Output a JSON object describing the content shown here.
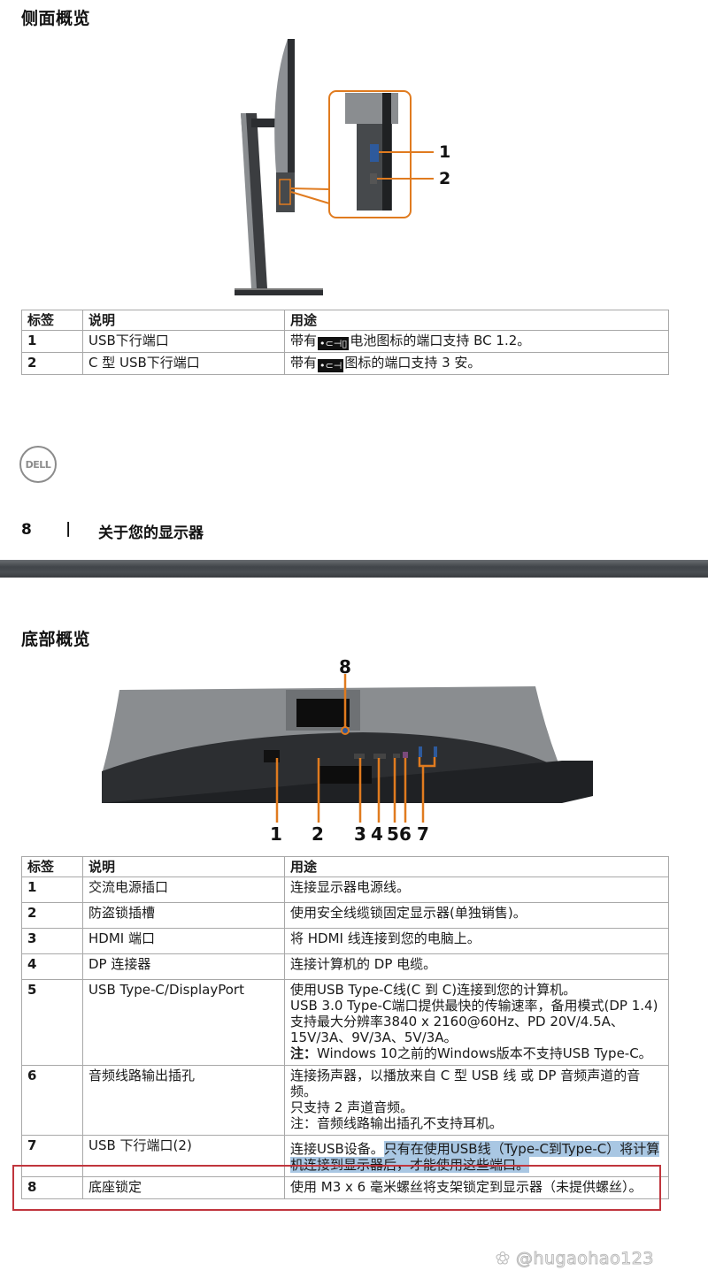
{
  "side_view": {
    "title": "侧面概览",
    "callouts": [
      "1",
      "2"
    ],
    "table": {
      "headers": [
        "标签",
        "说明",
        "用途"
      ],
      "rows": [
        {
          "label": "1",
          "desc": "USB下行端口",
          "use_pre": "带有",
          "icon": "usb-battery-icon",
          "use_post": "电池图标的端口支持 BC 1.2。"
        },
        {
          "label": "2",
          "desc": "C 型 USB下行端口",
          "use_pre": "带有",
          "icon": "usb-icon",
          "use_post": "图标的端口支持 3 安。"
        }
      ]
    }
  },
  "footer": {
    "logo": "DELL",
    "page_number": "8",
    "separator": "|",
    "section": "关于您的显示器"
  },
  "bottom_view": {
    "title": "底部概览",
    "callouts": [
      "1",
      "2",
      "3",
      "4",
      "5",
      "6",
      "7",
      "8"
    ],
    "table": {
      "headers": [
        "标签",
        "说明",
        "用途"
      ],
      "rows": [
        {
          "label": "1",
          "desc": "交流电源插口",
          "use": [
            "连接显示器电源线。"
          ]
        },
        {
          "label": "2",
          "desc": "防盗锁插槽",
          "use": [
            "使用安全线缆锁固定显示器(单独销售)。"
          ]
        },
        {
          "label": "3",
          "desc": "HDMI 端口",
          "use": [
            "将 HDMI 线连接到您的电脑上。"
          ]
        },
        {
          "label": "4",
          "desc": "DP 连接器",
          "use": [
            "连接计算机的 DP 电缆。"
          ]
        },
        {
          "label": "5",
          "desc": "USB Type-C/DisplayPort",
          "use": [
            "使用USB Type-C线(C 到 C)连接到您的计算机。",
            "USB 3.0 Type-C端口提供最快的传输速率，备用模式(DP 1.4)支持最大分辨率3840 x 2160@60Hz、PD 20V/4.5A、15V/3A、9V/3A、5V/3A。",
            "注：",
            "Windows 10之前的Windows版本不支持USB Type-C。"
          ]
        },
        {
          "label": "6",
          "desc": "音频线路输出插孔",
          "use": [
            "连接扬声器，以播放来自 C 型 USB 线 或 DP 音频声道的音频。",
            "只支持 2 声道音频。",
            "注：音频线路输出插孔不支持耳机。"
          ]
        },
        {
          "label": "7",
          "desc": "USB 下行端口(2)",
          "use": [
            "连接USB设备。",
            "只有在使用USB线（Type-C到Type-C）将计算机连接到显示器后，才能使用这些端口。"
          ]
        },
        {
          "label": "8",
          "desc": "底座锁定",
          "use": [
            "使用 M3 x 6 毫米螺丝将支架锁定到显示器（未提供螺丝）。"
          ]
        }
      ]
    }
  },
  "watermark": "@hugaohao123",
  "colors": {
    "callout_orange": "#e07b1f",
    "highlight_blue": "#a9c7e3",
    "annotation_red": "#c0353d",
    "divider_gray": "#45494d"
  }
}
